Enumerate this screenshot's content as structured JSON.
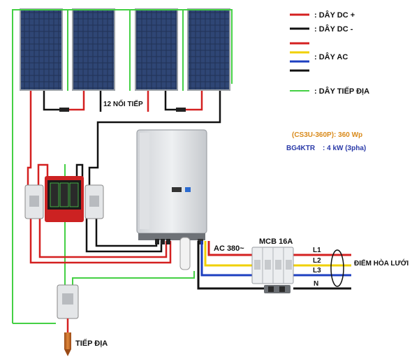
{
  "legend": {
    "dc_plus": ": DÂY DC +",
    "dc_minus": ": DÂY DC -",
    "ac": ": DÂY AC",
    "ground": ": DÂY TIẾP ĐỊA"
  },
  "specs": {
    "panel": "(CS3U-360P): 360 Wp",
    "inverter_model": "BG4KTR",
    "inverter_power": ": 4 kW (3pha)"
  },
  "labels": {
    "series": "12 NỐI TIẾP",
    "ac_voltage": "AC 380~",
    "mcb": "MCB 16A",
    "grid_point": "ĐIỂM HÒA LƯỚI",
    "ground_rod": "TIẾP ĐỊA",
    "l1": "L1",
    "l2": "L2",
    "l3": "L3",
    "n": "N"
  },
  "colors": {
    "dc_plus": "#d42020",
    "dc_minus": "#111111",
    "ground": "#44d044",
    "ac_l1": "#d42020",
    "ac_l2": "#f0d000",
    "ac_l3": "#1d3fc0",
    "ac_n": "#111111",
    "panel_spec_text": "#d98a1a",
    "inverter_spec_text": "#2a3aa8"
  }
}
